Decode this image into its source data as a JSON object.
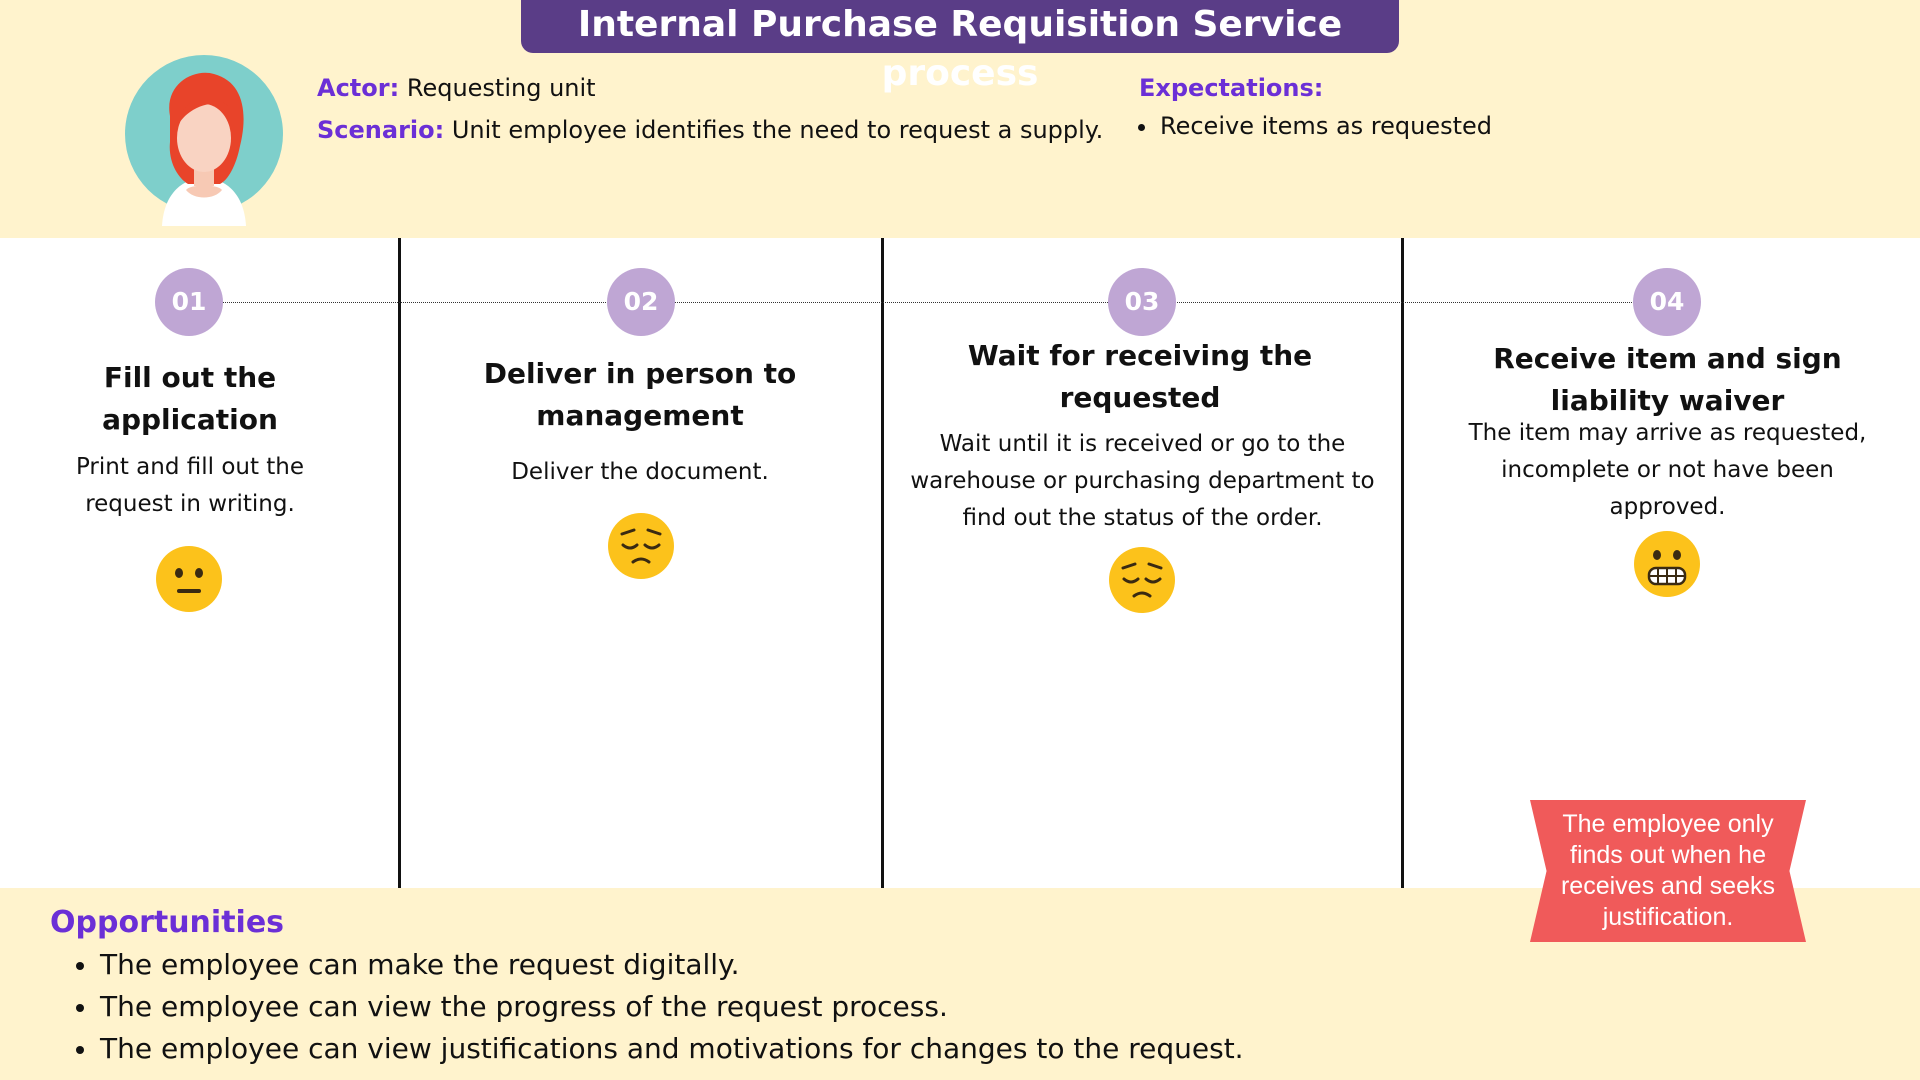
{
  "title": "Internal Purchase Requisition Service process",
  "persona": {
    "actor_label": "Actor:",
    "actor_value": "Requesting unit",
    "scenario_label": "Scenario:",
    "scenario_value": "Unit employee identifies the need to request a supply."
  },
  "expectations": {
    "label": "Expectations:",
    "items": [
      "Receive items as requested"
    ]
  },
  "steps": [
    {
      "number": "01",
      "title": "Fill out the application",
      "description": "Print and fill out the request in writing.",
      "emotion": "neutral-face-icon"
    },
    {
      "number": "02",
      "title": "Deliver in person to management",
      "description": "Deliver the document.",
      "emotion": "pensive-face-icon"
    },
    {
      "number": "03",
      "title": "Wait for receiving the requested",
      "description": "Wait until it is received or go to the warehouse or purchasing department to find out the status of the order.",
      "emotion": "pensive-face-icon"
    },
    {
      "number": "04",
      "title": "Receive item and sign liability waiver",
      "description": "The item may arrive as requested, incomplete or not have been approved.",
      "emotion": "grimacing-face-icon"
    }
  ],
  "pain_point": "The employee only finds out when he receives and seeks justification.",
  "opportunities": {
    "title": "Opportunities",
    "items": [
      "The employee can make the request digitally.",
      "The employee can view the progress of the request process.",
      "The employee can view justifications and motivations for changes to the request."
    ]
  },
  "colors": {
    "band": "#fff3cd",
    "title_bg": "#5a3d87",
    "label_purple": "#6b2fd6",
    "step_circle": "#bfa6d4",
    "callout": "#f05a5a",
    "emoji_yellow": "#fcc21b"
  }
}
